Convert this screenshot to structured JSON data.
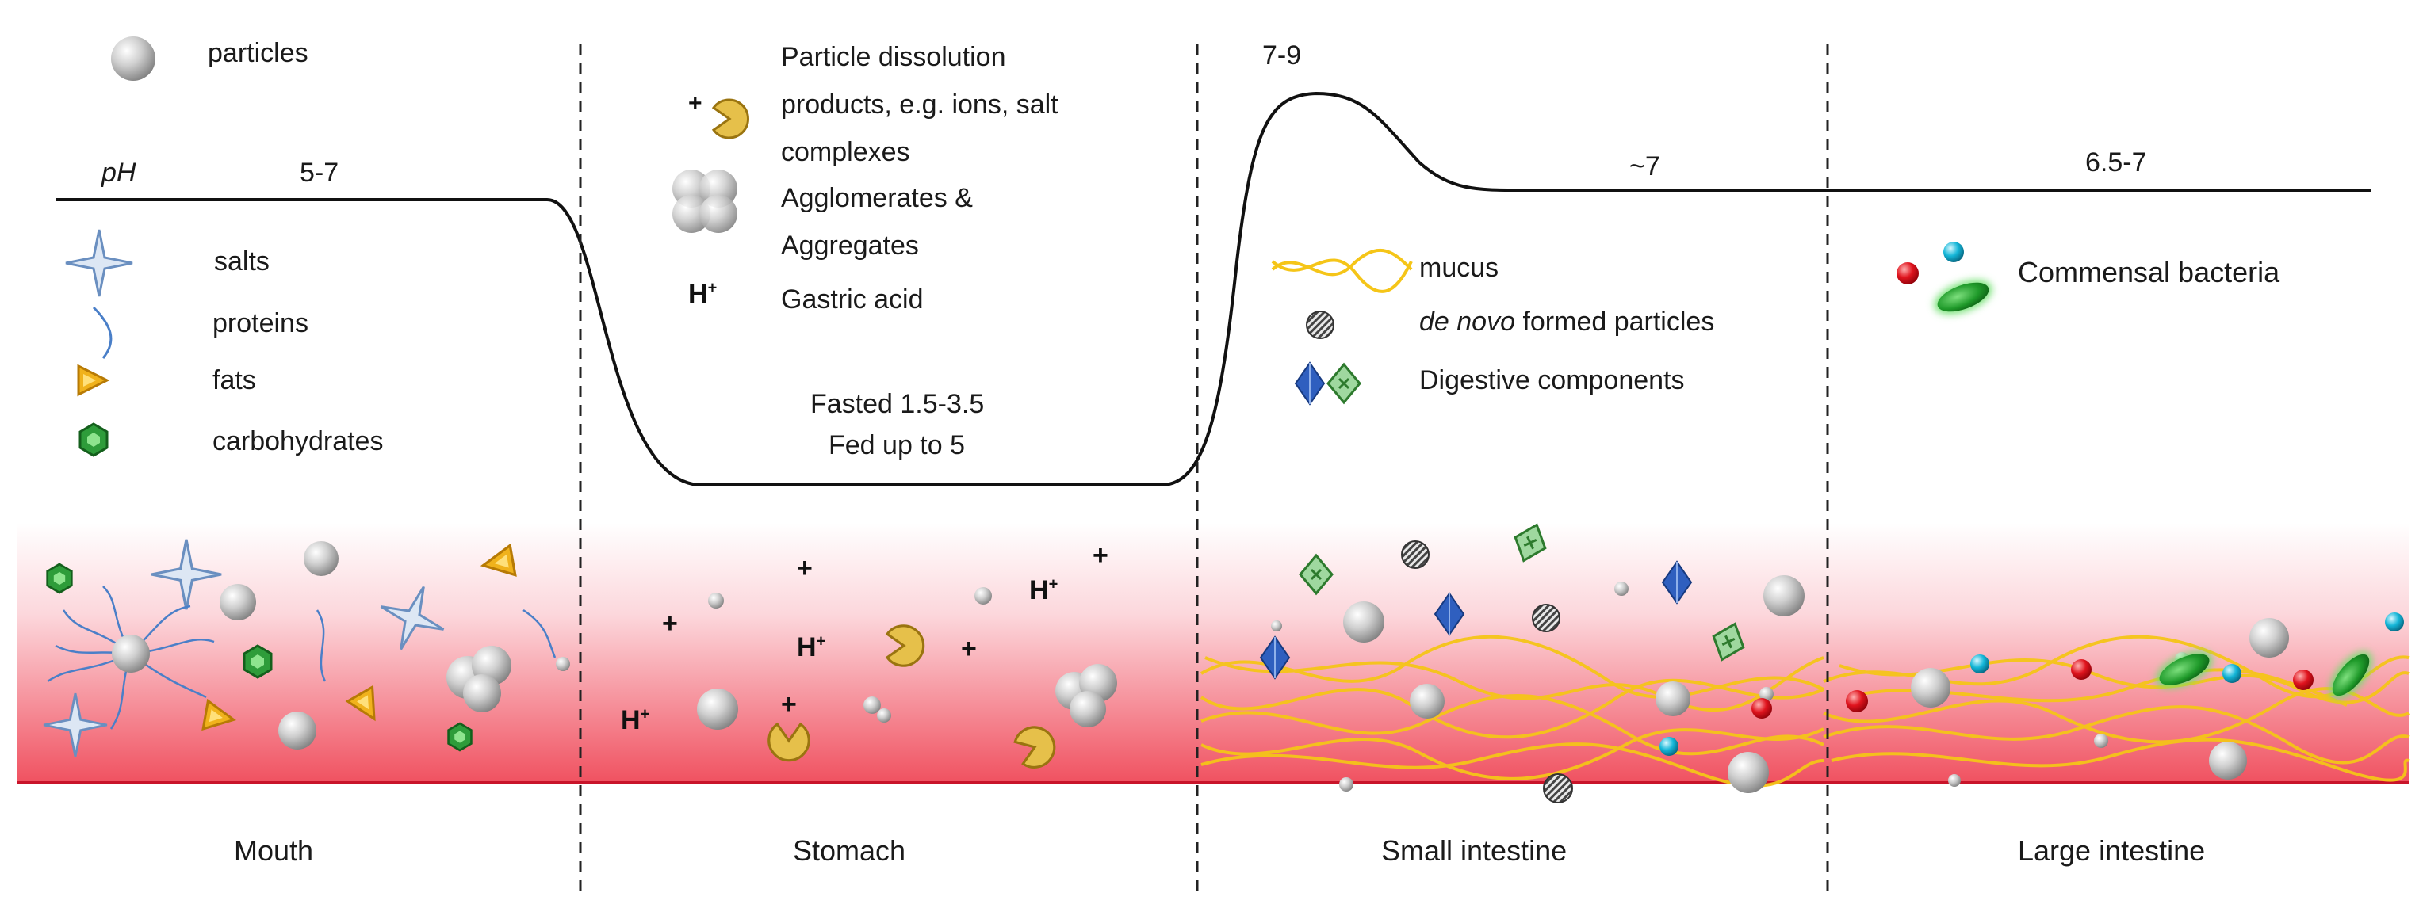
{
  "ph": {
    "label": "pH",
    "mouth": "5-7",
    "stomach_fasted": "Fasted 1.5-3.5",
    "stomach_fed": "Fed up to 5",
    "small_peak": "7-9",
    "small": "~7",
    "large": "6.5-7"
  },
  "legend": {
    "particles": "particles",
    "salts": "salts",
    "proteins": "proteins",
    "fats": "fats",
    "carbohydrates": "carbohydrates",
    "dissolution_1": "Particle dissolution",
    "dissolution_2": "products, e.g. ions, salt",
    "dissolution_3": "complexes",
    "agglomerates_1": "Agglomerates &",
    "agglomerates_2": "Aggregates",
    "gastric_acid": "Gastric acid",
    "mucus": "mucus",
    "de_novo_italic": "de novo",
    "de_novo_rest": " formed particles",
    "digestive": "Digestive components",
    "bacteria": "Commensal bacteria"
  },
  "symbols": {
    "h_plus": "H",
    "h_sup": "+",
    "plus": "+"
  },
  "sections": [
    "Mouth",
    "Stomach",
    "Small intestine",
    "Large intestine"
  ],
  "colors": {
    "band_top": "#ffffff",
    "band_bottom": "#f25a6a",
    "band_edge": "#d7263d",
    "mucus": "#f5c518",
    "particle": "#b9b9b9",
    "salt": "#6a8fc0",
    "fat": "#f0b21c",
    "carb": "#2e9c3a",
    "digestive_blue": "#2f5fbf",
    "digestive_green": "#7cc97c",
    "bacteria_red": "#e0141e",
    "bacteria_cyan": "#14b6d8",
    "bacteria_green": "#1f9a2a"
  }
}
